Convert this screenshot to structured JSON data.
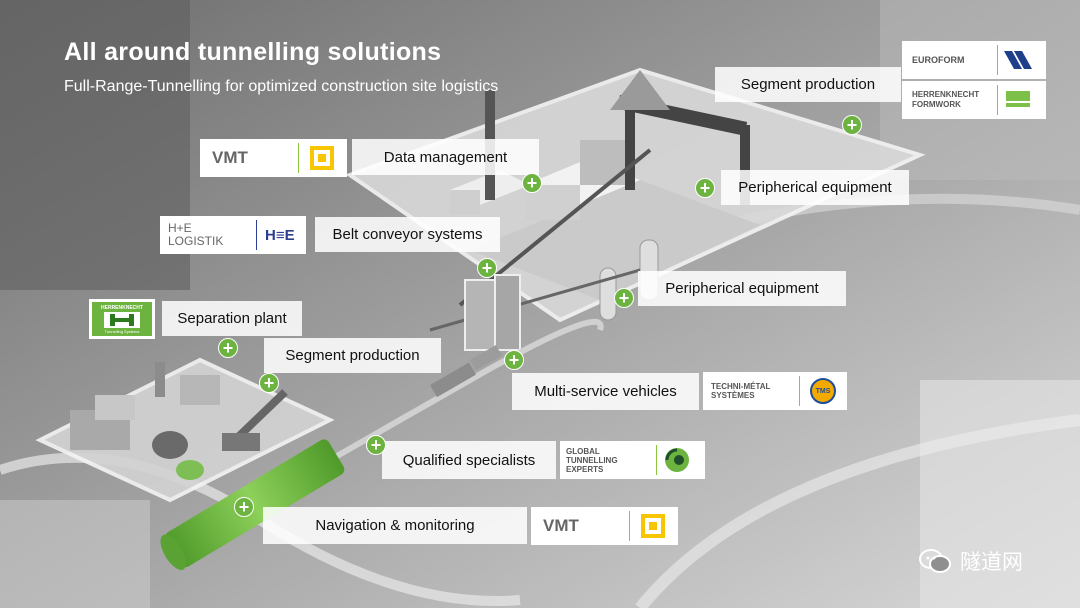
{
  "title": "All around tunnelling solutions",
  "subtitle": "Full-Range-Tunnelling for optimized construction site logistics",
  "labels": {
    "segment_production_top": "Segment production",
    "data_management": "Data management",
    "peripherical_equipment_1": "Peripherical equipment",
    "belt_conveyor_systems": "Belt conveyor systems",
    "peripherical_equipment_2": "Peripherical equipment",
    "separation_plant": "Separation plant",
    "segment_production_bottom": "Segment production",
    "multi_service_vehicles": "Multi-service vehicles",
    "qualified_specialists": "Qualified specialists",
    "navigation_monitoring": "Navigation & monitoring"
  },
  "logos": {
    "vmt": "VMT",
    "he_logistik_line1": "H+E",
    "he_logistik_line2": "LOGISTIK",
    "he_mark": "H≡E",
    "herrenknecht_badge": "HERRENKNECHT",
    "herrenknecht_tagline": "Tunnelling Systems",
    "euroform": "EUROFORM",
    "herrenknecht_formwork_line1": "HERRENKNECHT",
    "herrenknecht_formwork_line2": "FORMWORK",
    "tms_line1": "TECHNI-MÉTAL",
    "tms_line2": "SYSTÈMES",
    "tms_mark": "TMS",
    "gte_line1": "GLOBAL",
    "gte_line2": "TUNNELLING",
    "gte_line3": "EXPERTS"
  },
  "plus_symbol": "+",
  "watermark": "隧道网",
  "colors": {
    "accent_green": "#6cb33f",
    "tunnel_green": "#78c043",
    "vmt_yellow": "#f7c600",
    "euroform_blue": "#1e3f8a"
  }
}
